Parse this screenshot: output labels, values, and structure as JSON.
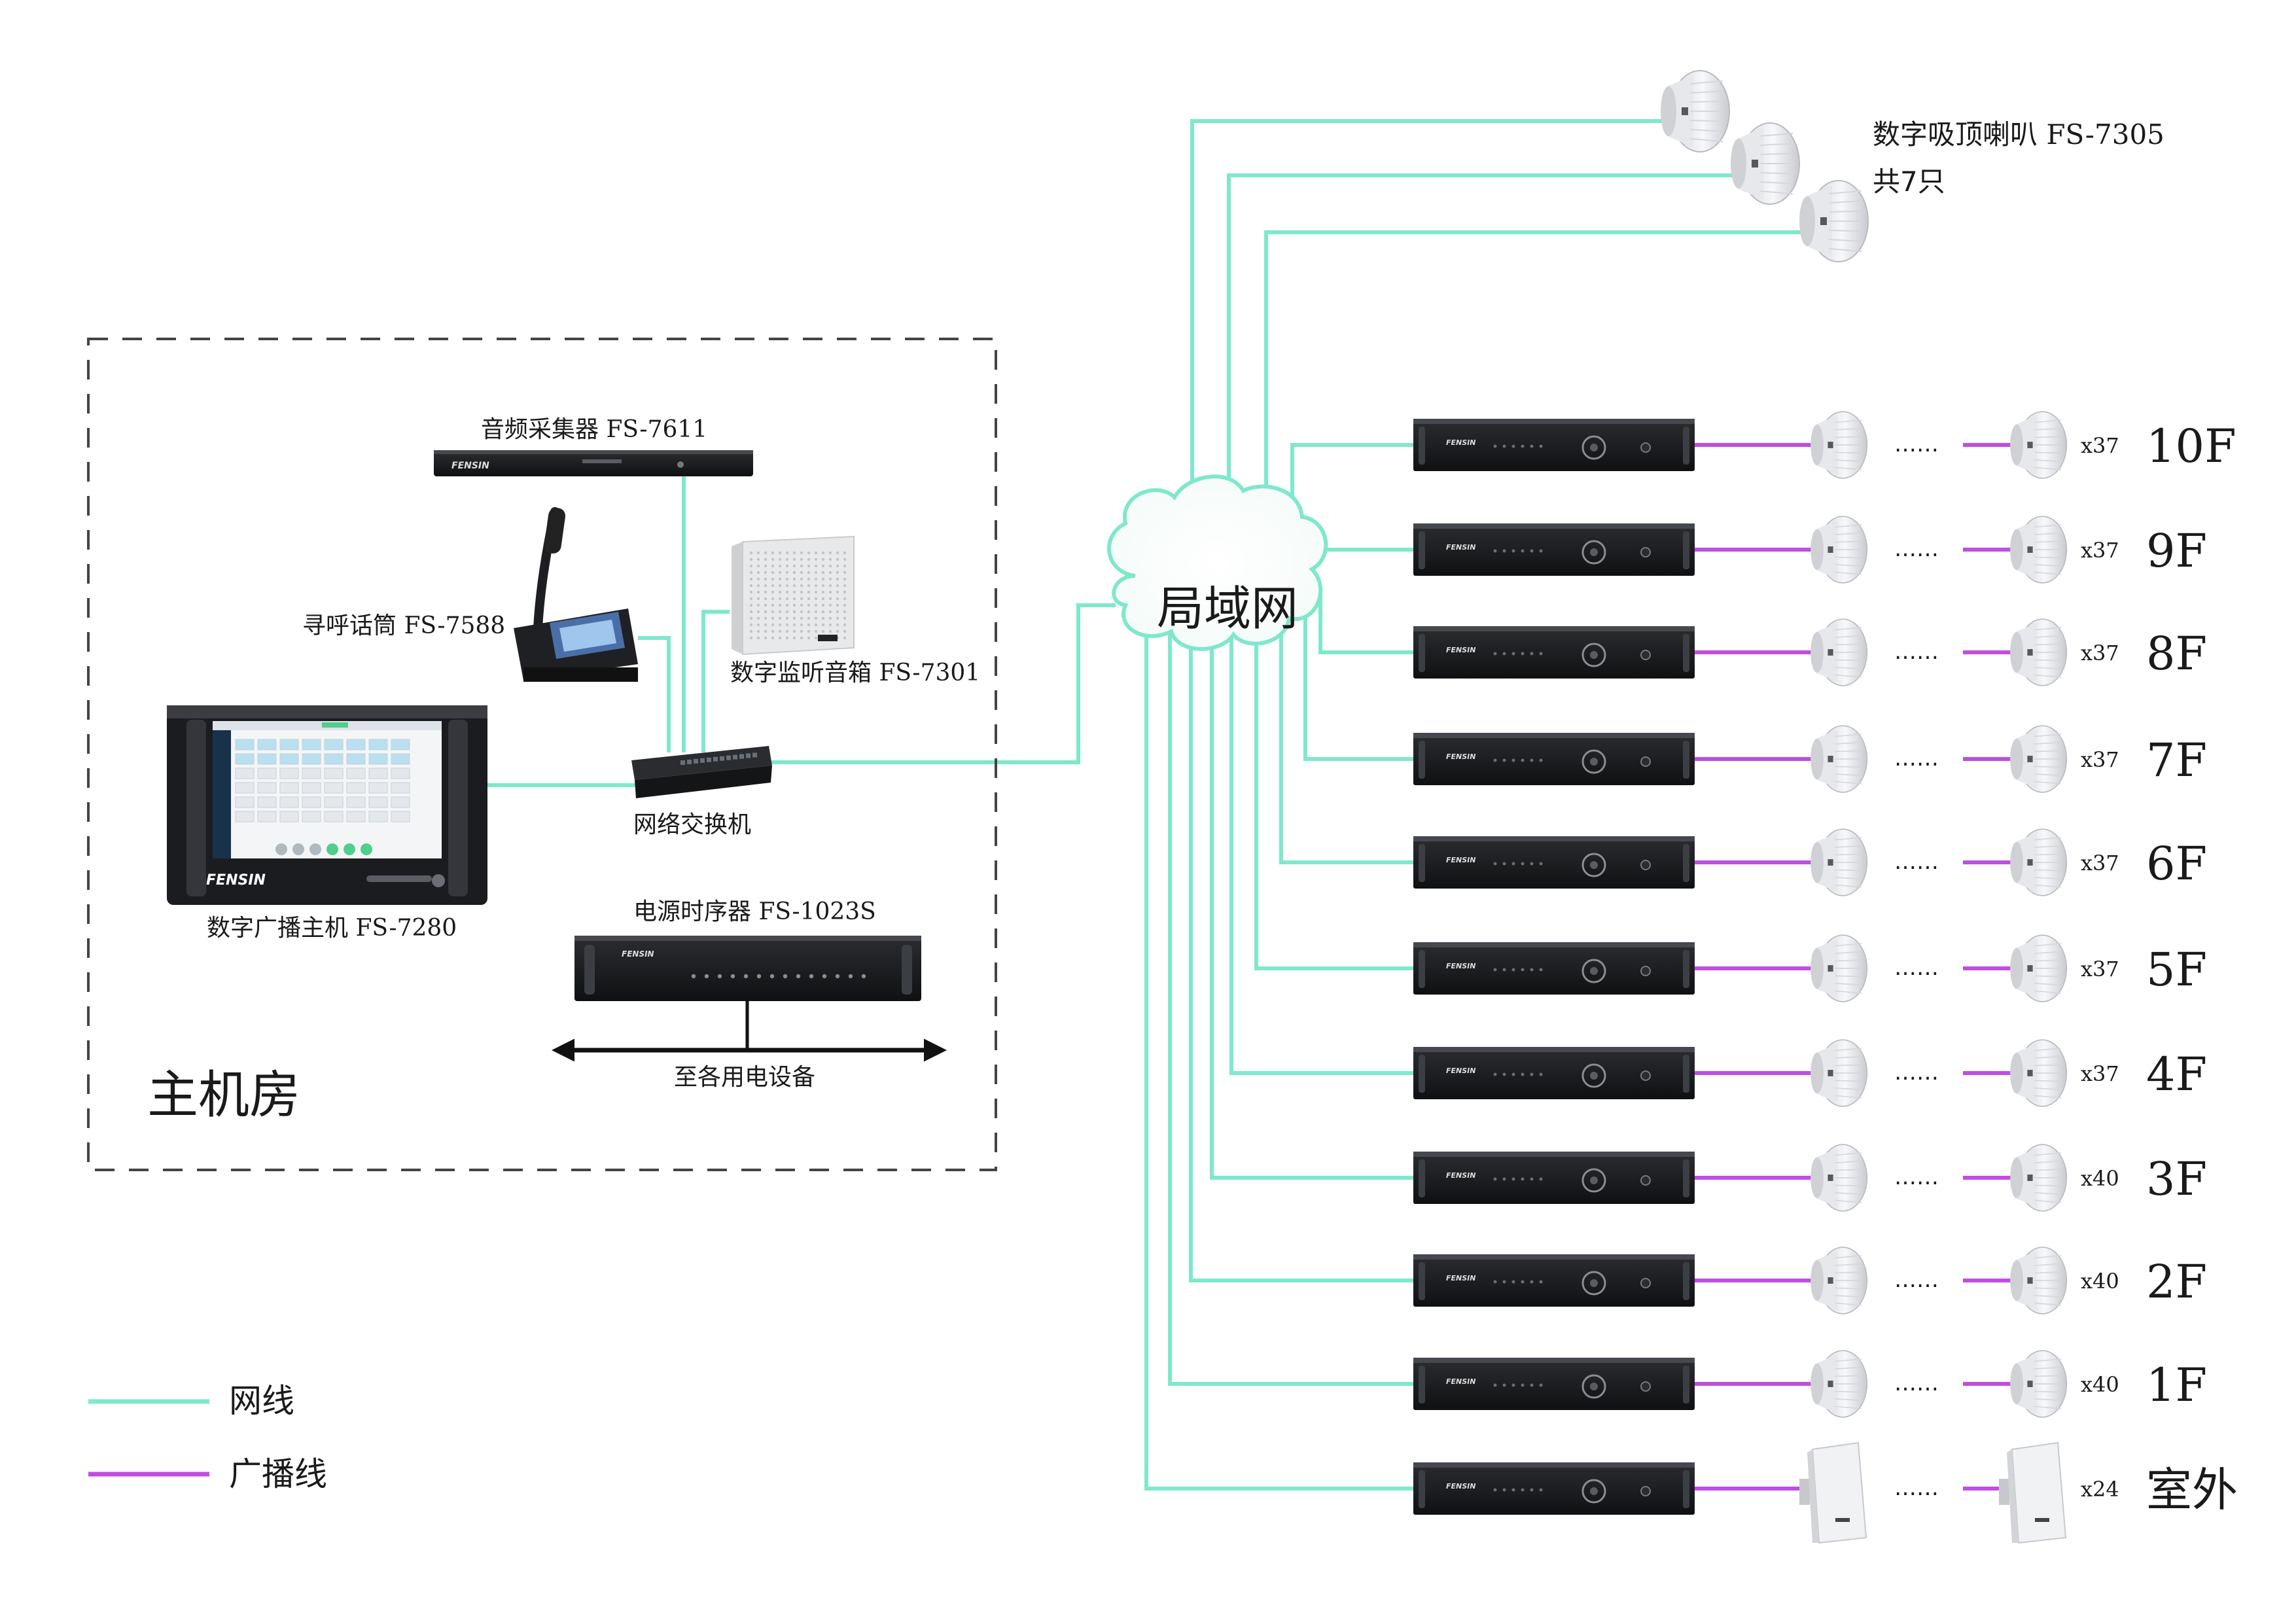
{
  "main_room": {
    "title": "主机房"
  },
  "cloud": {
    "label": "局域网"
  },
  "devices": {
    "collector": "音频采集器  FS-7611",
    "paging_mic": "寻呼话筒 FS-7588",
    "monitor_speaker": "数字监听音箱 FS-7301",
    "switch": "网络交换机",
    "host": "数字广播主机  FS-7280",
    "power_sequencer": "电源时序器 FS-1023S",
    "power_out": "至各用电设备",
    "brand": "FENSIN"
  },
  "ceiling_group": {
    "title": "数字吸顶喇叭 FS-7305",
    "count": "共7只"
  },
  "floors": [
    {
      "name": "10F",
      "count": "x37",
      "kind": "ceiling"
    },
    {
      "name": "9F",
      "count": "x37",
      "kind": "ceiling"
    },
    {
      "name": "8F",
      "count": "x37",
      "kind": "ceiling"
    },
    {
      "name": "7F",
      "count": "x37",
      "kind": "ceiling"
    },
    {
      "name": "6F",
      "count": "x37",
      "kind": "ceiling"
    },
    {
      "name": "5F",
      "count": "x37",
      "kind": "ceiling"
    },
    {
      "name": "4F",
      "count": "x37",
      "kind": "ceiling"
    },
    {
      "name": "3F",
      "count": "x40",
      "kind": "ceiling"
    },
    {
      "name": "2F",
      "count": "x40",
      "kind": "ceiling"
    },
    {
      "name": "1F",
      "count": "x40",
      "kind": "ceiling"
    },
    {
      "name": "室外",
      "count": "x24",
      "kind": "wall"
    }
  ],
  "ellipsis": "……",
  "legend": [
    {
      "label": "网线",
      "color": "#7fe8cc"
    },
    {
      "label": "广播线",
      "color": "#c04ee0"
    }
  ]
}
